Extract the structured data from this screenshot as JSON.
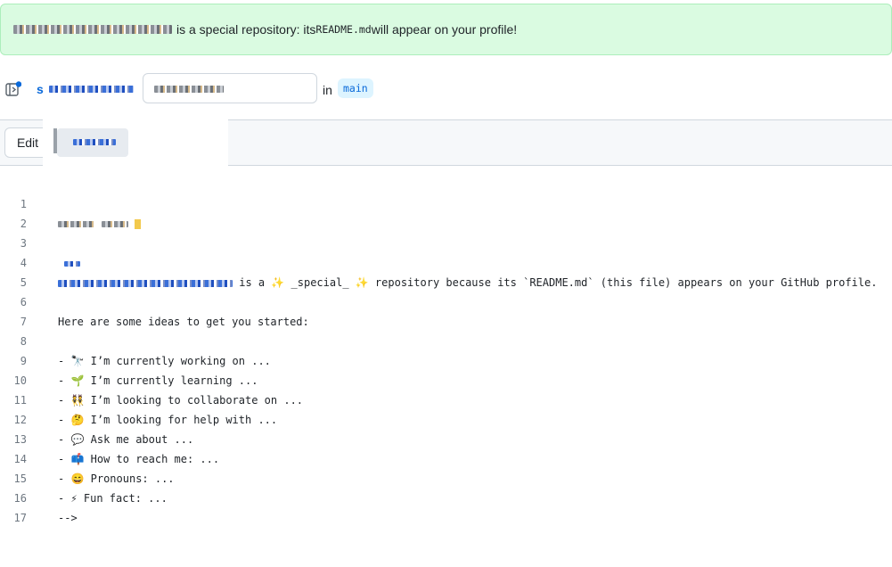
{
  "banner": {
    "text_pre": "is a special repository: its ",
    "code": "README.md",
    "text_post": " will appear on your profile!"
  },
  "path": {
    "owner_initial": "s",
    "in_label": "in",
    "branch": "main"
  },
  "editor": {
    "edit_tab": "Edit"
  },
  "code_lines": [
    {
      "n": "1",
      "text": ""
    },
    {
      "n": "2",
      "text": ""
    },
    {
      "n": "3",
      "text": ""
    },
    {
      "n": "4",
      "text": "is a ✨ _special_ ✨ repository because its `README.md` (this file) appears on your GitHub profile."
    },
    {
      "n": "5",
      "text": ""
    },
    {
      "n": "6",
      "text": "Here are some ideas to get you started:"
    },
    {
      "n": "7",
      "text": ""
    },
    {
      "n": "8",
      "text": "- 🔭 I’m currently working on ..."
    },
    {
      "n": "9",
      "text": "- 🌱 I’m currently learning ..."
    },
    {
      "n": "10",
      "text": "- 👯 I’m looking to collaborate on ..."
    },
    {
      "n": "11",
      "text": "- 🤔 I’m looking for help with ..."
    },
    {
      "n": "12",
      "text": "- 💬 Ask me about ..."
    },
    {
      "n": "13",
      "text": "- 📫 How to reach me: ..."
    },
    {
      "n": "14",
      "text": "- 😄 Pronouns: ..."
    },
    {
      "n": "15",
      "text": "- ⚡ Fun fact: ..."
    },
    {
      "n": "16",
      "text": "-->"
    },
    {
      "n": "17",
      "text": ""
    }
  ],
  "colors": {
    "banner_bg": "#dafbe1",
    "link": "#0969da",
    "branch_bg": "#ddf4ff"
  },
  "icons": [
    "sidebar-toggle-icon",
    "notification-dot-icon"
  ]
}
